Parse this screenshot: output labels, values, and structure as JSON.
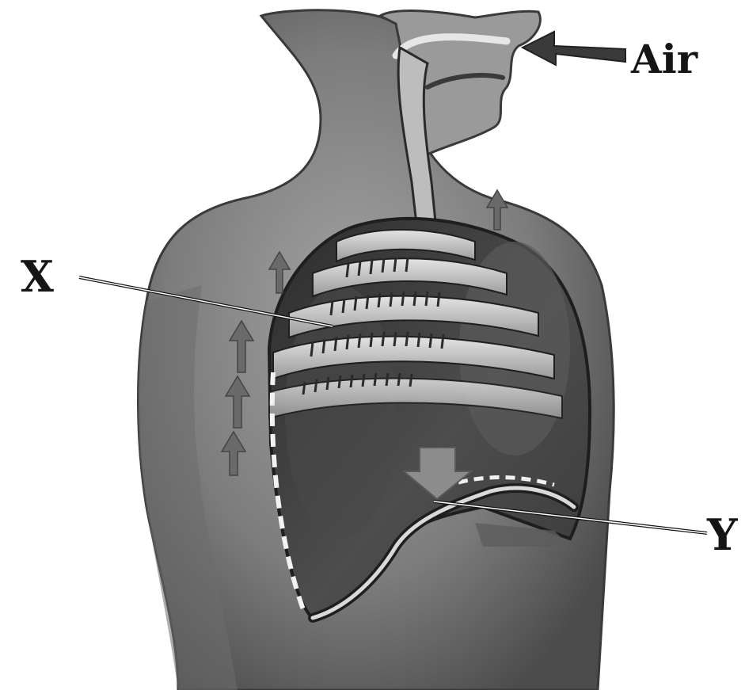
{
  "labels": {
    "air": "Air",
    "x": "X",
    "y": "Y"
  },
  "colors": {
    "background": "#ffffff",
    "skin": "#8a8a8a",
    "skin_dark": "#4a4a4a",
    "cavity": "#3a3a3a",
    "rib": "#cfcfcf",
    "diaphragm": "#d9d9d9",
    "arrow": "#6e6e6e",
    "label_text": "#151515"
  },
  "icons": {
    "air_arrow": "arrow-left-icon",
    "movement_arrows": "arrow-up-icon",
    "diaphragm_arrow": "arrow-down-icon"
  }
}
